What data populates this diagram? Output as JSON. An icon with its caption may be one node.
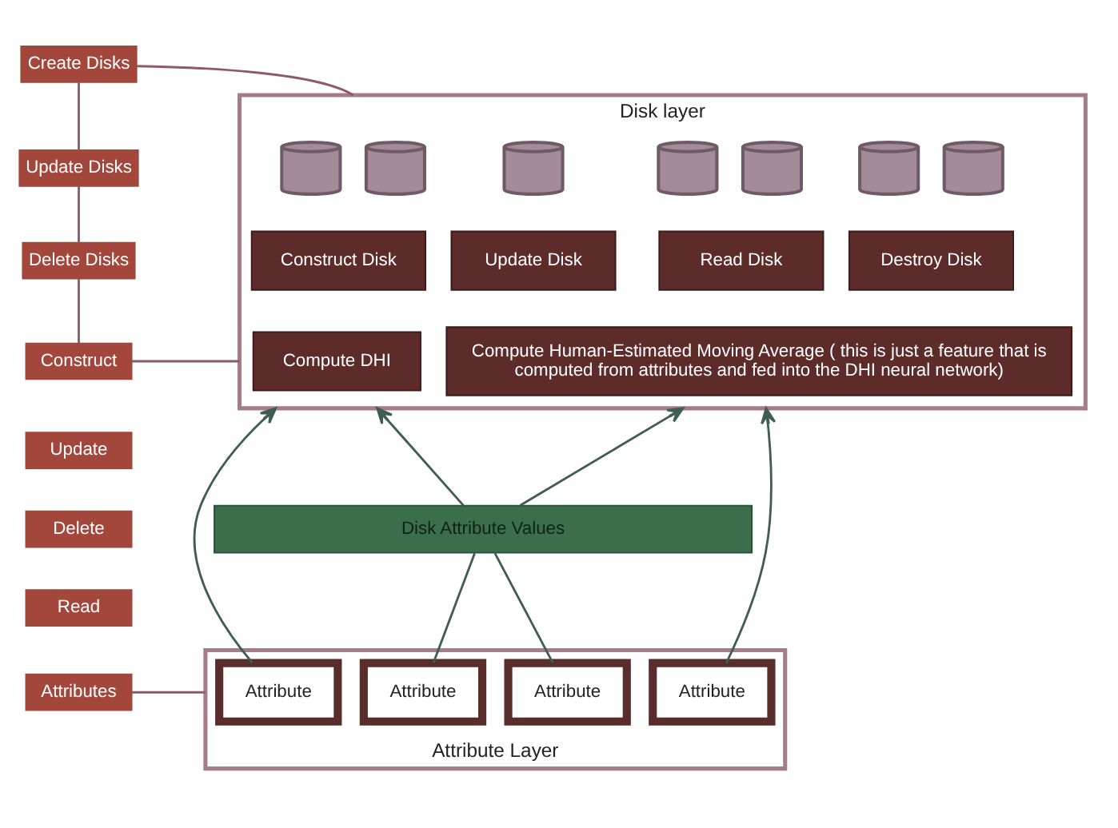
{
  "diagram": {
    "nodes": [
      {
        "text": [
          "Create Disks"
        ]
      },
      {
        "text": [
          "Update Disks"
        ]
      },
      {
        "text": [
          "Delete Disks"
        ]
      },
      {
        "text": [
          "Disk layer"
        ]
      },
      {
        "text": [],
        "shape": "cylinder",
        "in": 3
      },
      {
        "text": [],
        "shape": "cylinder",
        "in": 3
      },
      {
        "text": [],
        "shape": "cylinder",
        "in": 3
      },
      {
        "text": [],
        "shape": "cylinder",
        "in": 3
      },
      {
        "text": [],
        "shape": "cylinder",
        "in": 3
      },
      {
        "text": [],
        "shape": "cylinder",
        "in": 3
      },
      {
        "text": [],
        "shape": "cylinder",
        "in": 3
      },
      {
        "text": [
          "Construct Disk"
        ],
        "in": 3
      },
      {
        "text": [
          "Update Disk"
        ],
        "in": 3
      },
      {
        "text": [
          "Read Disk"
        ],
        "in": 3
      },
      {
        "text": [
          "Destroy Disk"
        ],
        "in": 3
      },
      {
        "text": [
          "Compute DHI"
        ],
        "in": 3
      },
      {
        "text": [
          "Compute Human-Estimated Moving Average ( this is just a feature that is computed from attributes and fed into the DHI neural network)"
        ],
        "in": 3
      },
      {
        "text": [
          "Construct"
        ]
      },
      {
        "text": [
          "Update"
        ]
      },
      {
        "text": [
          "Delete"
        ]
      },
      {
        "text": [
          "Read"
        ]
      },
      {
        "text": [
          "Disk Attribute Values"
        ]
      },
      {
        "text": [
          "Attributes"
        ]
      },
      {
        "text": [
          "Attribute Layer"
        ]
      },
      {
        "text": [
          "Attribute"
        ],
        "in": 23
      },
      {
        "text": [
          "Attribute"
        ],
        "in": 23
      },
      {
        "text": [
          "Attribute"
        ],
        "in": 23
      },
      {
        "text": [
          "Attribute"
        ],
        "in": 23
      }
    ],
    "edges": [
      {
        "from": 1,
        "to": 0,
        "arrow": "none",
        "color": "#8e5a68"
      },
      {
        "from": 2,
        "to": 1,
        "arrow": "none",
        "color": "#8e5a68"
      },
      {
        "from": 17,
        "to": 2,
        "arrow": "none",
        "color": "#8e5a68"
      },
      {
        "from": 0,
        "to": 3,
        "arrow": "none",
        "color": "#8e5a68"
      },
      {
        "from": 17,
        "to": 3,
        "arrow": "none",
        "color": "#8e5a68"
      },
      {
        "from": 22,
        "to": 23,
        "arrow": "none",
        "color": "#8e5a68"
      },
      {
        "from": 24,
        "to": 3,
        "arrow": "to"
      },
      {
        "from": 25,
        "to": 21,
        "arrow": "none"
      },
      {
        "from": 21,
        "to": 3,
        "arrow": "to"
      },
      {
        "from": 26,
        "to": 21,
        "arrow": "none"
      },
      {
        "from": 21,
        "to": 3,
        "arrow": "to"
      },
      {
        "from": 27,
        "to": 3,
        "arrow": "to"
      }
    ]
  }
}
